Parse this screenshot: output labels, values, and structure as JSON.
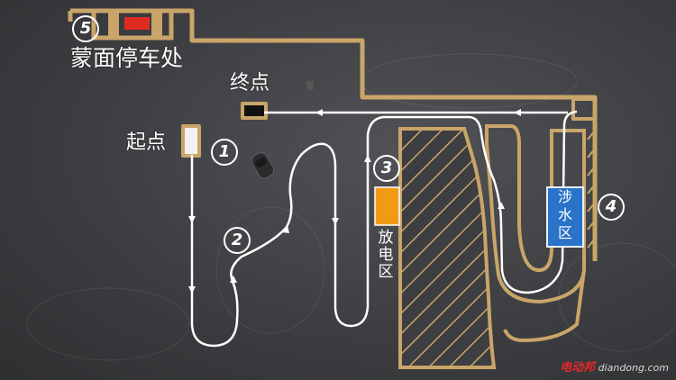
{
  "labels": {
    "start": "起点",
    "finish": "终点",
    "covered_parking": "蒙面停车处",
    "discharge_zone": "放电区",
    "water_zone": [
      "涉",
      "水",
      "区"
    ]
  },
  "markers": {
    "m1": "1",
    "m2": "2",
    "m3": "3",
    "m4": "4",
    "m5": "5"
  },
  "watermark": {
    "brand_cn": "电动邦",
    "domain": "diandong.com"
  },
  "colors": {
    "boundary": "#c9a56a",
    "route": "#ffffff",
    "discharge_box": "#f39a14",
    "water_box": "#2a73c9",
    "parking_box": "#e02a24"
  }
}
